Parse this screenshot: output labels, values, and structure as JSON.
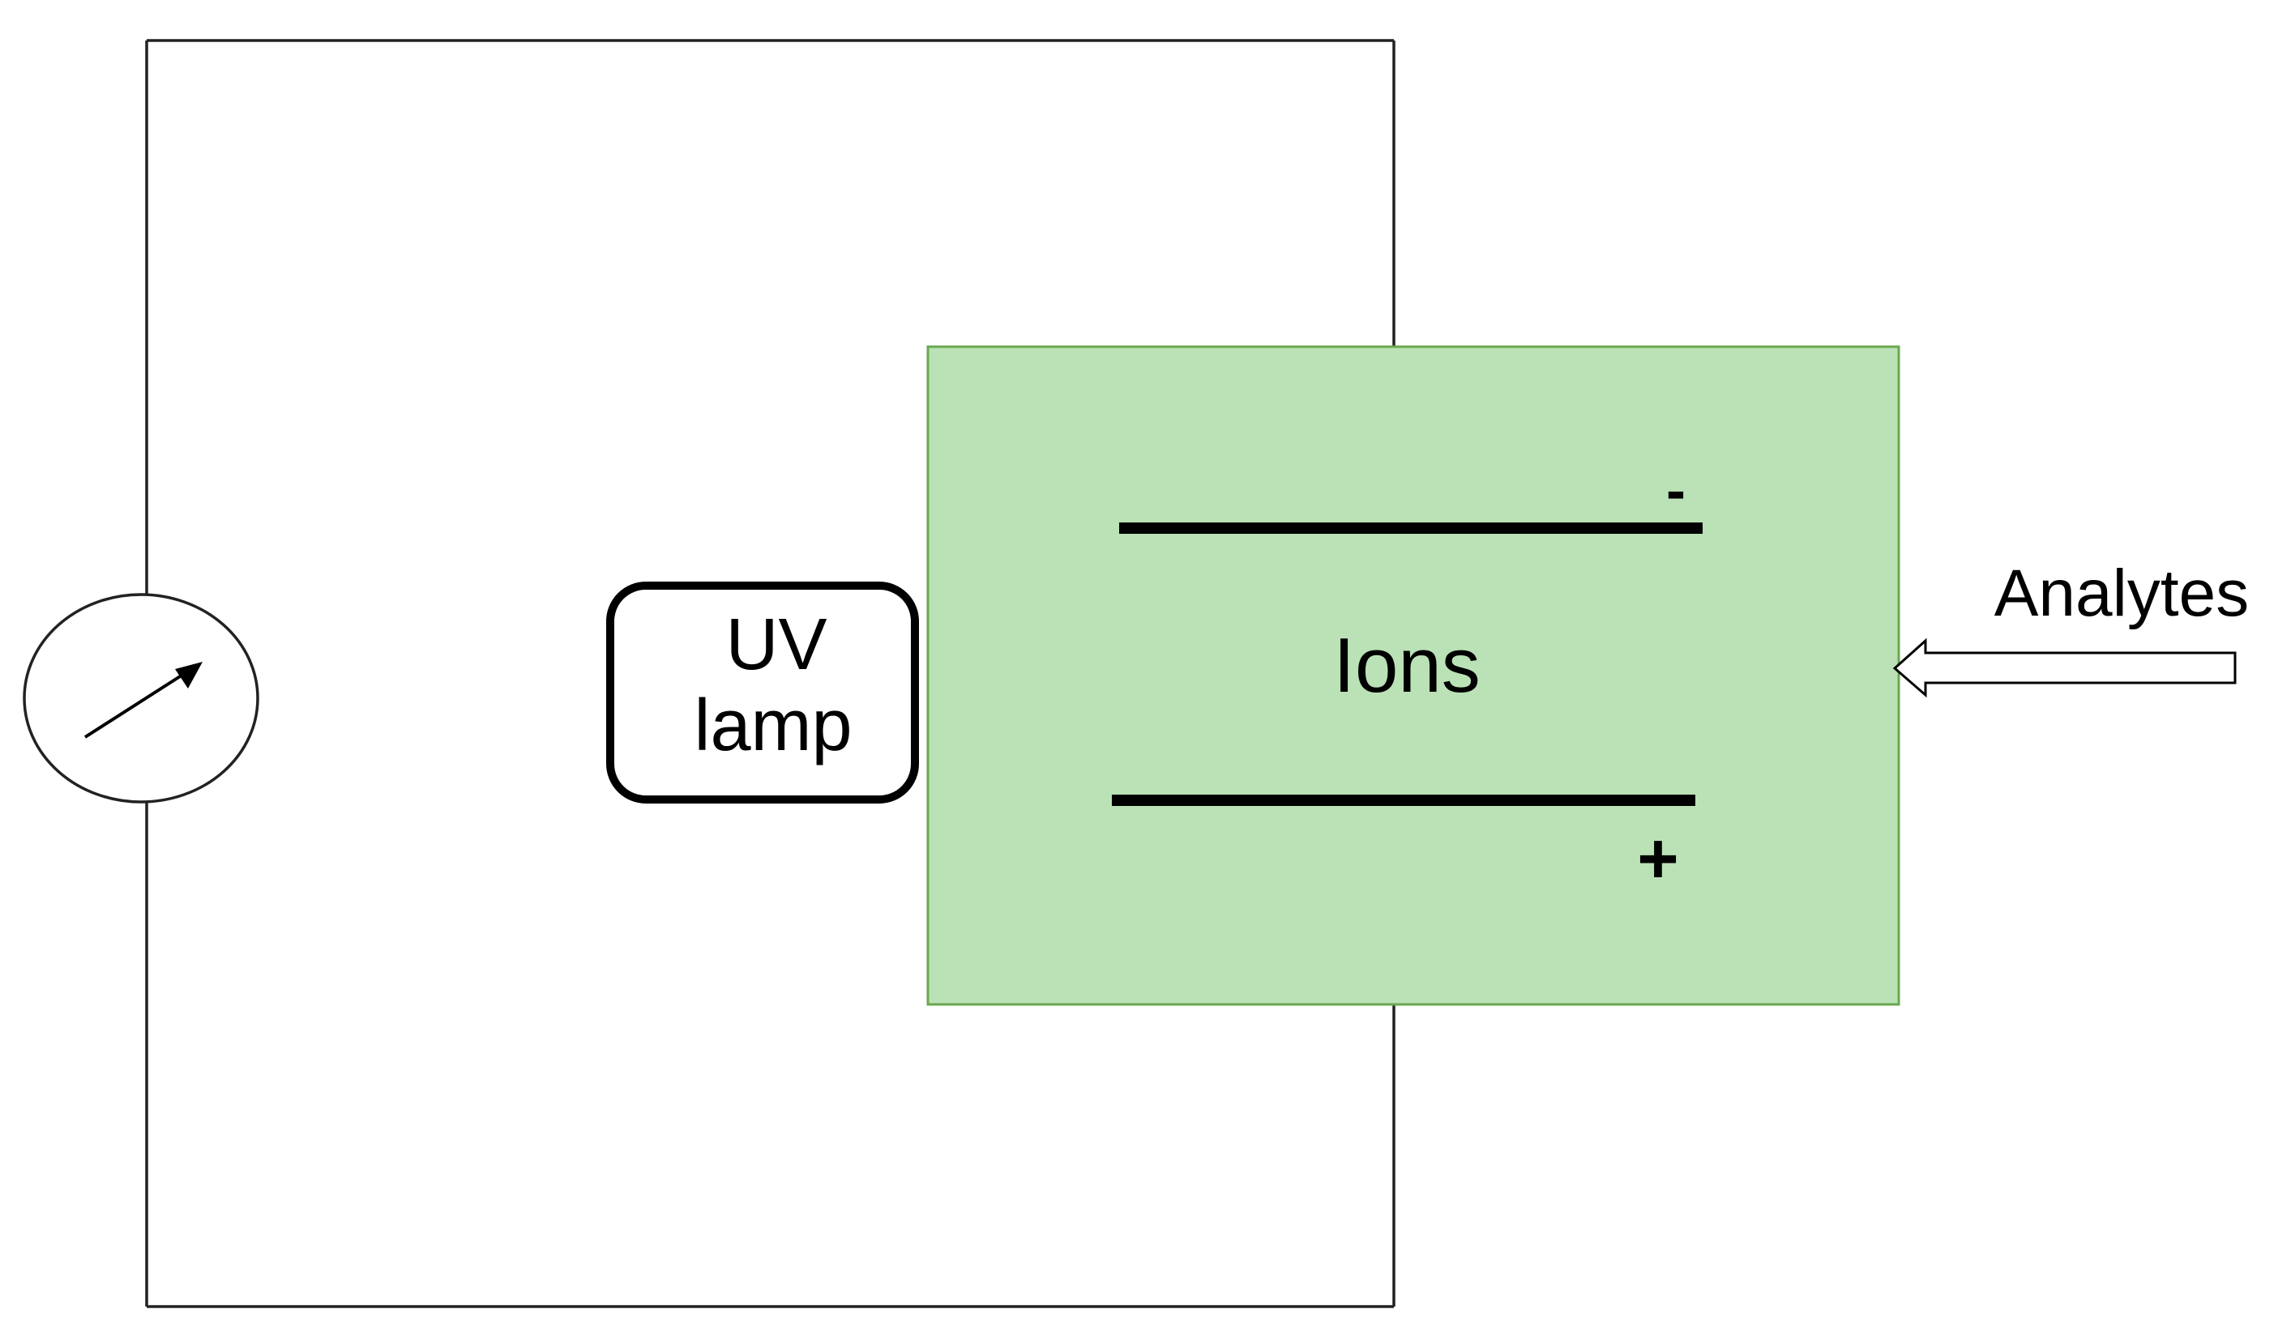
{
  "diagram": {
    "lamp_line1": "UV",
    "lamp_line2": "lamp",
    "chamber_label": "Ions",
    "negative_sign": "-",
    "positive_sign": "+",
    "inlet_label": "Analytes"
  },
  "colors": {
    "chamber_fill": "#bbe2b6",
    "chamber_border": "#6aa84f",
    "wire": "#222222",
    "plates": "#000000"
  },
  "icons": {
    "meter": "ammeter-gauge-icon",
    "inlet": "hollow-arrow-left-icon"
  }
}
